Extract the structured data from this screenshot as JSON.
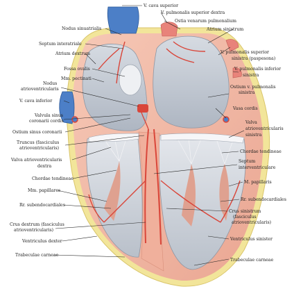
{
  "labels": {
    "v_cava_superior": "V. cava superior",
    "nodus_sinuatrialis": "Nodus sinuatrialis",
    "v_pulm_sup_dextra": "V. pulmonalis superior dextra",
    "ostia_venarum": "Ostia venarum pulmonalium",
    "septum_interatriale": "Septum interatriale",
    "atrium_sinistrum": "Atrium sinistrum",
    "atrium_dextrum": "Atrium dextrum",
    "v_pulm_sup_sinistra_1": "V. pulmonalis superior",
    "v_pulm_sup_sinistra_2": "sinistra (paspesona)",
    "fossa_ovalis": "Fossa ovalis",
    "v_pulm_inf_1": "V. pulmonalis inferior",
    "v_pulm_inf_2": "sinistra",
    "mm_pectinati": "Mm. pectinati",
    "nodus_av_1": "Nodus",
    "nodus_av_2": "atrioventricularis",
    "ostium_v_pulm_1": "Ostium v. pulmonalis",
    "ostium_v_pulm_2": "sinistra",
    "v_cava_inferior": "V. cava inferior",
    "vasa_cordis": "Vasa cordis",
    "valvula_sinus_1": "Valvula sinus",
    "valvula_sinus_2": "coronarii cordis",
    "ostium_sinus": "Ostium sinus coronarii",
    "valva_av_sin_1": "Valva",
    "valva_av_sin_2": "atrioventricularis",
    "valva_av_sin_3": "sinistra",
    "truncus_1": "Truncus (fasciculus",
    "truncus_2": "atrioventricularis)",
    "chordae_right": "Chordae tendineae",
    "valva_av_dex_1": "Valva atrioventricularis",
    "valva_av_dex_2": "dextra",
    "septum_iv_1": "Septum",
    "septum_iv_2": "interventriculare",
    "chordae_left": "Chordae tendineae",
    "m_papillaris": "M. papillaris",
    "mm_papillares": "Mm. papillares",
    "rr_subendo_left": "Rr. subendocardiales",
    "rr_subendo_right": "Rr. subendocardiales",
    "crus_sin_1": "Crus sinistrum",
    "crus_sin_2": "(fasciculus",
    "crus_sin_3": "atrioventricularis)",
    "crus_dex_1": "Crus dextrum (fasciculus",
    "crus_dex_2": "atrioventricularis)",
    "ventriculus_dexter": "Ventriculus dexter",
    "ventriculus_sinister": "Ventriculus sinister",
    "trabeculae_left": "Trabeculae carneae",
    "trabeculae_right": "Trabeculae carneae"
  },
  "colors": {
    "myocardium": "#f3b9a6",
    "myocardium_dark": "#e29a86",
    "fat": "#f4e9a2",
    "epicardium": "#e8d77a",
    "endocardium": "#d9dde2",
    "cavity": "#c9ced6",
    "vein_blue": "#4c7fc7",
    "artery_red": "#d9463a",
    "vessel_pink": "#e8837a"
  }
}
